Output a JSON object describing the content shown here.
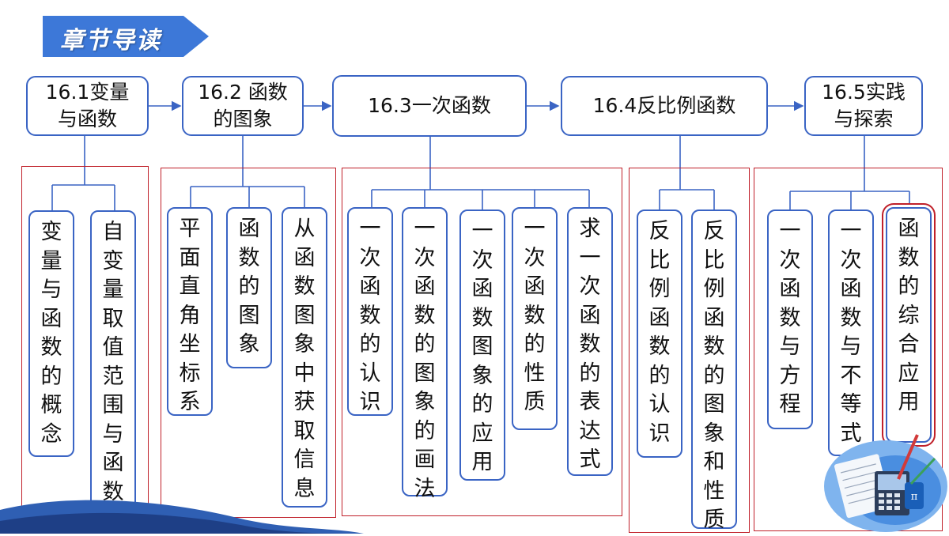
{
  "banner": {
    "title": "章节导读"
  },
  "sections": [
    {
      "label": "16.1变量与函数"
    },
    {
      "label": "16.2 函数的图象"
    },
    {
      "label": "16.3一次函数"
    },
    {
      "label": "16.4反比例函数"
    },
    {
      "label": "16.5实践与探索"
    }
  ],
  "topics": {
    "s1": [
      "变量与函数的概念",
      "自变量取值范围与函数值"
    ],
    "s2": [
      "平面直角坐标系",
      "函数的图象",
      "从函数图象中获取信息"
    ],
    "s3": [
      "一次函数的认识",
      "一次函数的图象的画法",
      "一次函数图象的应用",
      "一次函数的性质",
      "求一次函数的表达式"
    ],
    "s4": [
      "反比例函数的认识",
      "反比例函数的图象和性质"
    ],
    "s5": [
      "一次函数与方程",
      "一次函数与不等式",
      "函数的综合应用"
    ]
  },
  "colors": {
    "box_border": "#3a64c4",
    "group_border": "#c0202a",
    "banner": "#3d78d8"
  }
}
